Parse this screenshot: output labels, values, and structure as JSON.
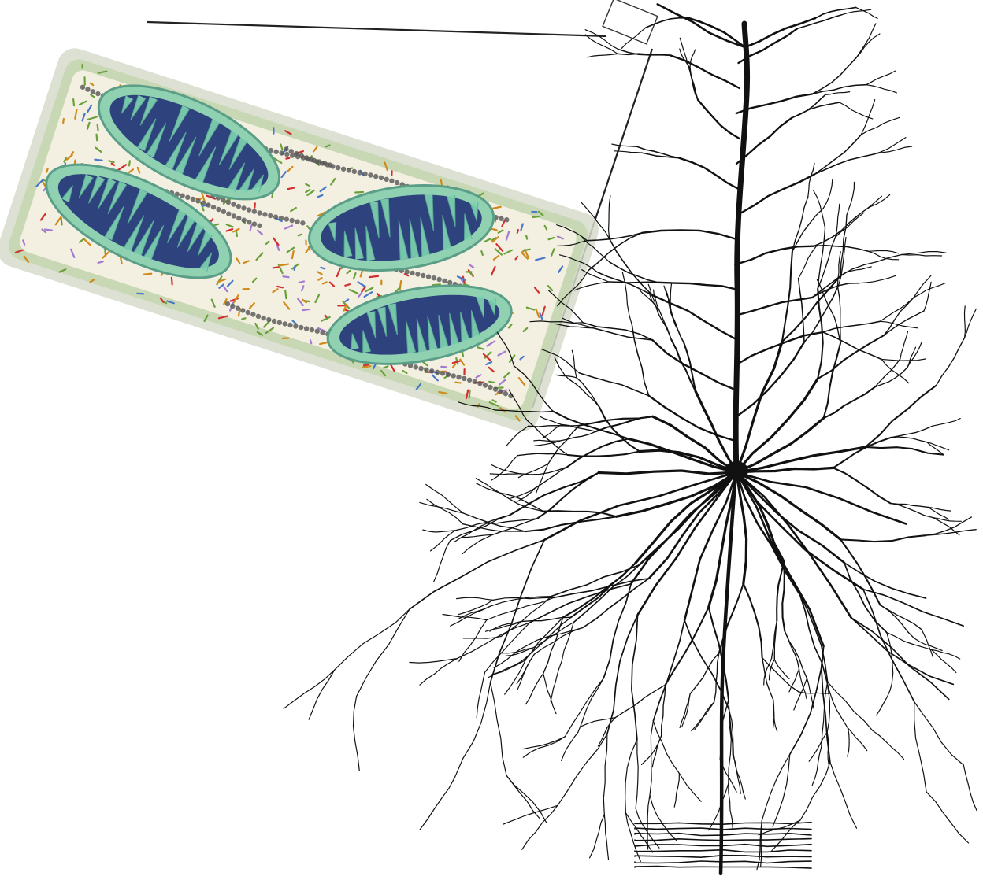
{
  "figure": {
    "panels": [
      {
        "id": "inset",
        "content": "mitochondria-in-dendrite-cross-section"
      },
      {
        "id": "neuron",
        "content": "pyramidal-neuron-drawing"
      }
    ],
    "colors": {
      "background": "#ffffff",
      "neuron_ink": "#111111",
      "zoom_line": "#222222",
      "membrane_outer": "#cfd8c4",
      "membrane_inner": "#a8c48a",
      "cytoplasm": "#f4f1e6",
      "mito_outer": "#7fc9a8",
      "mito_matrix": "#2c3f7a",
      "cristae": "#7fd4b0",
      "molecule_green": "#6aa03a",
      "molecule_orange": "#d08a1c",
      "molecule_purple": "#a47ad0",
      "molecule_blue": "#4a78c8",
      "molecule_red": "#d03030",
      "microtubule": "#555555"
    }
  }
}
